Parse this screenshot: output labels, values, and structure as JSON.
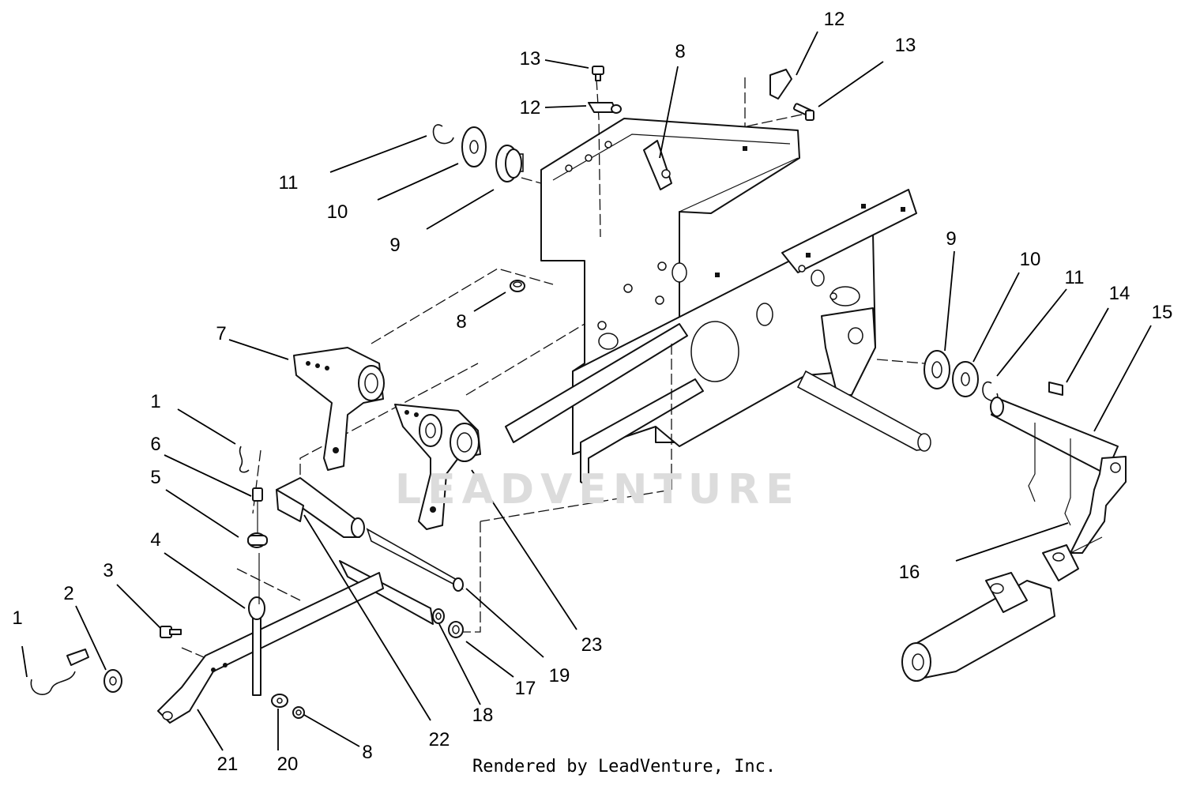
{
  "callouts": [
    {
      "n": "13"
    },
    {
      "n": "12"
    },
    {
      "n": "8"
    },
    {
      "n": "12"
    },
    {
      "n": "13"
    },
    {
      "n": "11"
    },
    {
      "n": "10"
    },
    {
      "n": "9"
    },
    {
      "n": "8"
    },
    {
      "n": "9"
    },
    {
      "n": "10"
    },
    {
      "n": "11"
    },
    {
      "n": "14"
    },
    {
      "n": "15"
    },
    {
      "n": "16"
    },
    {
      "n": "7"
    },
    {
      "n": "1"
    },
    {
      "n": "6"
    },
    {
      "n": "5"
    },
    {
      "n": "4"
    },
    {
      "n": "3"
    },
    {
      "n": "2"
    },
    {
      "n": "1"
    },
    {
      "n": "21"
    },
    {
      "n": "20"
    },
    {
      "n": "8"
    },
    {
      "n": "22"
    },
    {
      "n": "18"
    },
    {
      "n": "17"
    },
    {
      "n": "19"
    },
    {
      "n": "23"
    }
  ],
  "watermark": "LEADVENTURE",
  "footer": {
    "credit": "Rendered by LeadVenture, Inc."
  }
}
